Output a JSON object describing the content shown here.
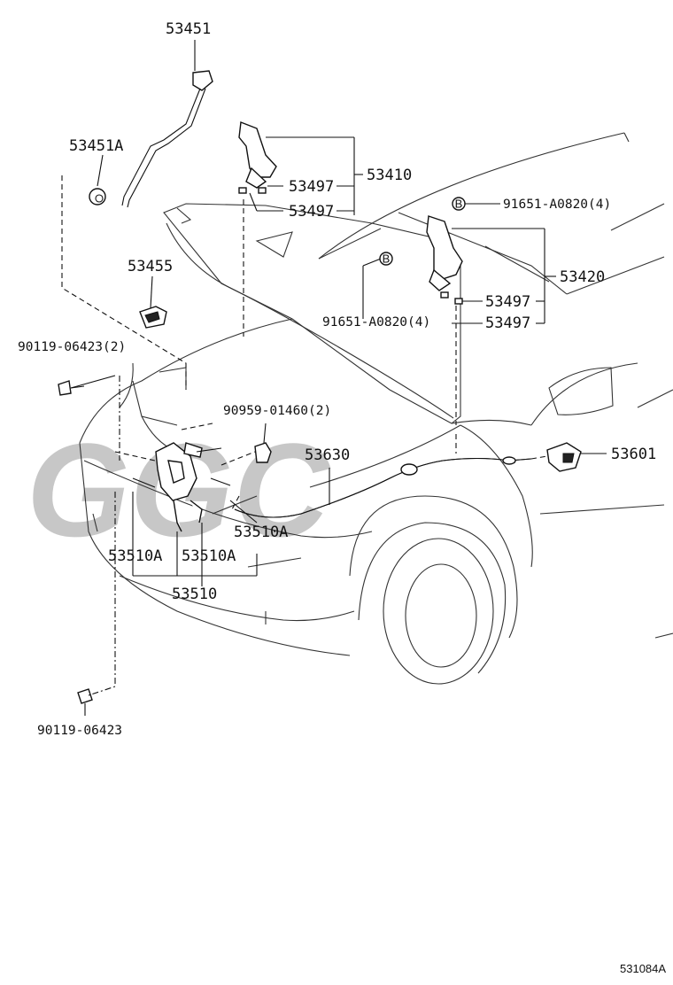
{
  "watermark": "GGC",
  "figure_code": "531084A",
  "labels": {
    "p53451": "53451",
    "p53451A": "53451A",
    "p53455": "53455",
    "p90119_2": "90119-06423(2)",
    "p53410": "53410",
    "p53497_a": "53497",
    "p53497_b": "53497",
    "p91651_top": "91651-A0820(4)",
    "p53420": "53420",
    "p53497_c": "53497",
    "p91651_mid": "91651-A0820(4)",
    "p53497_d": "53497",
    "p90959": "90959-01460(2)",
    "p53630": "53630",
    "p53601": "53601",
    "p53510A_mid": "53510A",
    "p53510A_left": "53510A",
    "p53510A_right": "53510A",
    "p53510": "53510",
    "p90119_single": "90119-06423",
    "marker_b_1": "B",
    "marker_b_2": "B"
  },
  "colors": {
    "line": "#111111",
    "watermark": "#9a9a9a",
    "background": "#ffffff"
  }
}
